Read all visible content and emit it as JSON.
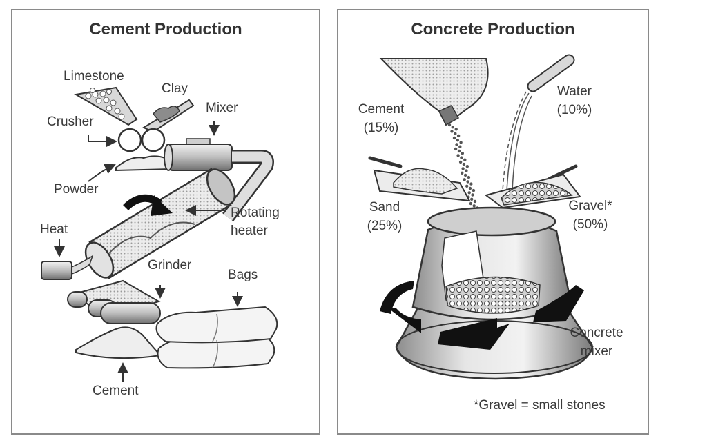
{
  "cement": {
    "title": "Cement Production",
    "labels": {
      "limestone": "Limestone",
      "clay": "Clay",
      "crusher": "Crusher",
      "mixer": "Mixer",
      "powder": "Powder",
      "rotating_heater": [
        "Rotating",
        "heater"
      ],
      "heat": "Heat",
      "grinder": "Grinder",
      "bags": "Bags",
      "cement": "Cement"
    }
  },
  "concrete": {
    "title": "Concrete Production",
    "ingredients": [
      {
        "name": "Cement",
        "share": "(15%)"
      },
      {
        "name": "Water",
        "share": "(10%)"
      },
      {
        "name": "Sand",
        "share": "(25%)"
      },
      {
        "name": "Gravel*",
        "share": "(50%)"
      }
    ],
    "mixer_label": [
      "Concrete",
      "mixer"
    ],
    "footnote": "*Gravel = small stones"
  }
}
